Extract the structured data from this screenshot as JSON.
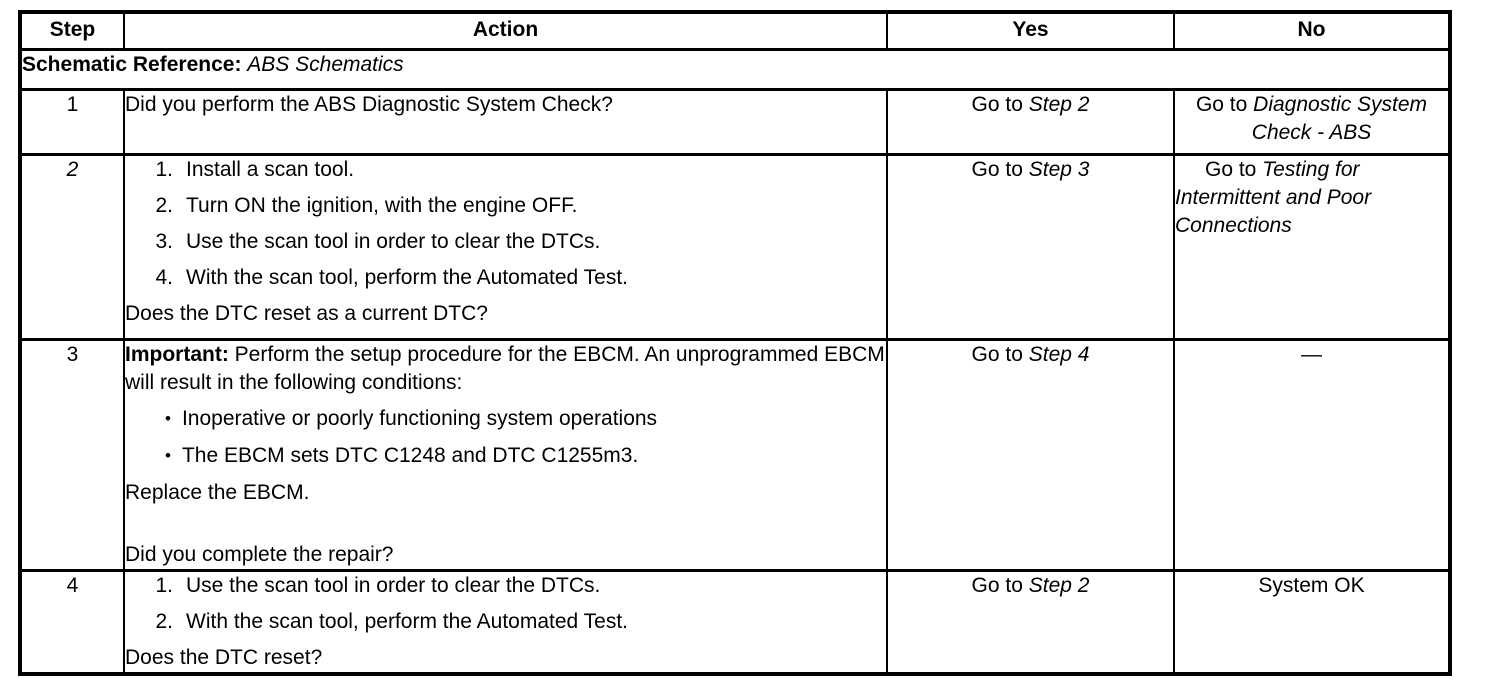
{
  "icons": {
    "bullet": "•"
  },
  "table": {
    "headers": {
      "step": "Step",
      "action": "Action",
      "yes": "Yes",
      "no": "No"
    },
    "schematic": {
      "label": "Schematic Reference:",
      "value": "ABS Schematics"
    },
    "rows": [
      {
        "step": "1",
        "question": "Did you perform the ABS Diagnostic System Check?",
        "yes": {
          "prefix": "Go to",
          "link": "Step 2"
        },
        "no": {
          "prefix": "Go to",
          "link": "Diagnostic System Check - ABS"
        }
      },
      {
        "step": "2",
        "list": [
          {
            "num": "1.",
            "text": "Install a scan tool."
          },
          {
            "num": "2.",
            "text": "Turn ON the ignition, with the engine OFF."
          },
          {
            "num": "3.",
            "text": "Use the scan tool in order to clear the DTCs."
          },
          {
            "num": "4.",
            "text": "With the scan tool, perform the Automated Test."
          }
        ],
        "question": "Does the DTC reset as a current DTC?",
        "yes": {
          "prefix": "Go to",
          "link": "Step 3"
        },
        "no": {
          "prefix": "Go to",
          "link": "Testing for Intermittent and Poor Connections"
        }
      },
      {
        "step": "3",
        "important_label": "Important:",
        "important_text": "Perform the setup procedure for the EBCM. An unprogrammed EBCM will result in the following conditions:",
        "bullets": [
          "Inoperative or poorly functioning system operations",
          "The EBCM sets DTC C1248 and DTC C1255m3."
        ],
        "statement": "Replace the EBCM.",
        "question": "Did you complete the repair?",
        "yes": {
          "prefix": "Go to",
          "link": "Step 4"
        },
        "no": {
          "dash": "—"
        }
      },
      {
        "step": "4",
        "list": [
          {
            "num": "1.",
            "text": "Use the scan tool in order to clear the DTCs."
          },
          {
            "num": "2.",
            "text": "With the scan tool, perform the Automated Test."
          }
        ],
        "question": "Does the DTC reset?",
        "yes": {
          "prefix": "Go to",
          "link": "Step 2"
        },
        "no": {
          "text": "System OK"
        }
      }
    ]
  }
}
